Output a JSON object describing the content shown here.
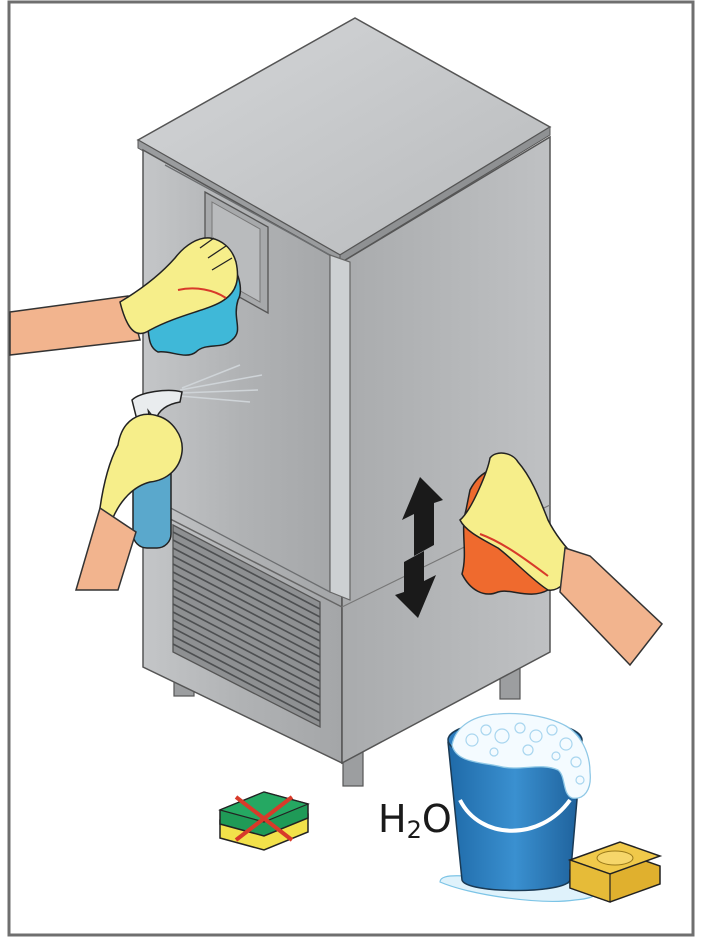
{
  "formula": {
    "element_h": "H",
    "subscript": "2",
    "element_o": "O"
  },
  "colors": {
    "appliance_steel": "#b4b6b8",
    "cloth_blue": "#3fb8d8",
    "cloth_orange": "#ef6a2e",
    "glove_yellow": "#f6ee8a",
    "skin": "#f2b48e",
    "spray_bottle": "#5aa8cc",
    "bucket_blue": "#2d7fc1",
    "soap": "#f0c94a",
    "sponge_green": "#1f9a57",
    "sponge_yellow": "#f2e14a",
    "cross_red": "#d83a2a",
    "arrow": "#1a1a1a"
  },
  "icons": [
    "blast-chiller-illustration",
    "wipe-cloth-blue",
    "spray-bottle",
    "wipe-cloth-orange",
    "up-down-arrows-icon",
    "abrasive-sponge-crossed-icon",
    "water-bucket",
    "soap-bar"
  ]
}
